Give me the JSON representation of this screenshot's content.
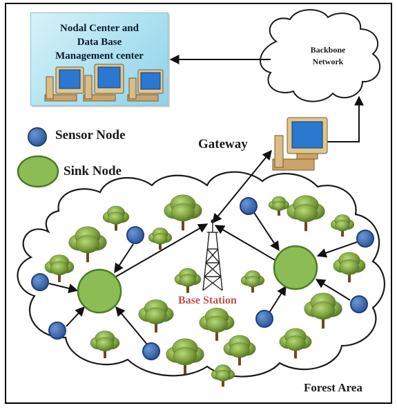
{
  "labels": {
    "nodal_center_line1": "Nodal Center and",
    "nodal_center_line2": "Data Base",
    "nodal_center_line3": "Management center",
    "backbone_line1": "Backbone",
    "backbone_line2": "Network",
    "gateway": "Gateway",
    "sensor_node": "Sensor Node",
    "sink_node": "Sink Node",
    "base_station": "Base Station",
    "forest_area": "Forest Area"
  },
  "colors": {
    "sensor_fill": "#3f6fb8",
    "sensor_stroke": "#1f3f7a",
    "sink_fill": "#8bbd54",
    "sink_stroke": "#4e7a26",
    "base_station_text": "#c0504d",
    "tree_dark": "#5a7d2a",
    "tree_light": "#9cc45c",
    "monitor_screen": "#2a78d0",
    "monitor_body": "#d6b47a"
  }
}
